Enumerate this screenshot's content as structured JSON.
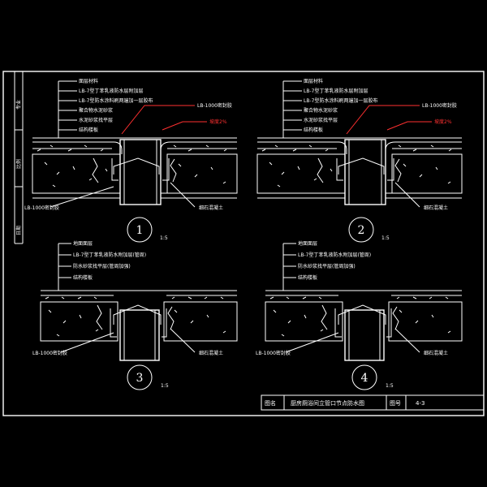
{
  "colors": {
    "background": "#000000",
    "line": "#ffffff",
    "accent_red": "#ff3030",
    "accent_yellow": "#ffe14a"
  },
  "side_labels": [
    "专业",
    "比例",
    "日期"
  ],
  "details": [
    {
      "number": "1",
      "scale": "1:5",
      "layers": [
        "面层材料",
        "LB-7型丁苯乳液防水层附加层",
        "LB-7型防水涂料刷两遍加一层胶布",
        "聚合物水泥砂浆",
        "水泥砂浆找平层",
        "结构楼板"
      ],
      "right_label": "LB-1000密封胶",
      "slope_label": "坡度2%",
      "bottom_left_label": "LB-1000密封胶",
      "bottom_right_label": "细石混凝土"
    },
    {
      "number": "2",
      "scale": "1:5",
      "layers": [
        "面层材料",
        "LB-7型丁苯乳液防水层附加层",
        "LB-7型防水涂料刷两遍加一层胶布",
        "聚合物水泥砂浆",
        "水泥砂浆找平层",
        "结构楼板"
      ],
      "right_label": "LB-1000密封胶",
      "slope_label": "坡度2%",
      "bottom_left_label": "",
      "bottom_right_label": "细石混凝土"
    },
    {
      "number": "3",
      "scale": "1:5",
      "layers": [
        "地面面层",
        "LB-7型丁苯乳液防水附加层(管周)",
        "防水砂浆找平层(管周加强)",
        "结构楼板"
      ],
      "right_label": "",
      "slope_label": "",
      "bottom_left_label": "LB-1000密封胶",
      "bottom_right_label": "细石混凝土"
    },
    {
      "number": "4",
      "scale": "1:5",
      "layers": [
        "地面面层",
        "LB-7型丁苯乳液防水附加层(管周)",
        "防水砂浆找平层(管周加强)",
        "结构楼板"
      ],
      "right_label": "",
      "slope_label": "",
      "bottom_left_label": "LB-1000密封胶",
      "bottom_right_label": "细石混凝土"
    }
  ],
  "title_block": {
    "label_title": "图名",
    "title": "厨房厕浴间立管口节点防水图",
    "label_number": "图号",
    "number": "4-3"
  }
}
